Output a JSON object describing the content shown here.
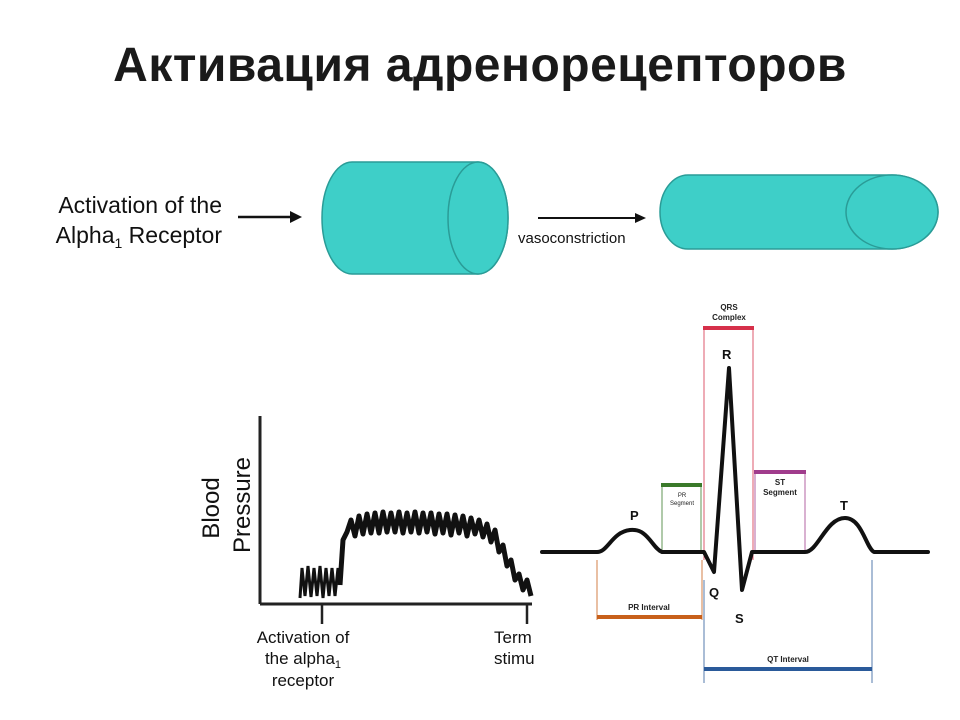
{
  "slide": {
    "title": "Активация адренорецепторов"
  },
  "vessel_diagram": {
    "label_line1": "Activation of the",
    "label_line2": "Alpha",
    "label_subscript": "1",
    "label_line2_end": " Receptor",
    "arrow_label": "vasoconstriction",
    "vessel_color": "#3ecfc8"
  },
  "blood_pressure_chart": {
    "ylabel_line1": "Blood",
    "ylabel_line2": "Pressure",
    "xlabel_left_line1": "Activation of",
    "xlabel_left_line2": "the alpha",
    "xlabel_left_sub": "1",
    "xlabel_left_line3": "receptor",
    "xlabel_right_line1": "Term",
    "xlabel_right_line2": "stimu"
  },
  "ecg_diagram": {
    "qrs_label_line1": "QRS",
    "qrs_label_line2": "Complex",
    "pr_segment_line1": "PR",
    "pr_segment_line2": "Segment",
    "st_segment_line1": "ST",
    "st_segment_line2": "Segment",
    "pr_interval": "PR Interval",
    "qt_interval": "QT Interval",
    "wave_p": "P",
    "wave_q": "Q",
    "wave_r": "R",
    "wave_s": "S",
    "wave_t": "T",
    "colors": {
      "qrs": "#d6304a",
      "pr_segment": "#3a7a2a",
      "st_segment": "#a03c8c",
      "pr_interval": "#c8601a",
      "qt_interval": "#2a5a9a"
    }
  }
}
